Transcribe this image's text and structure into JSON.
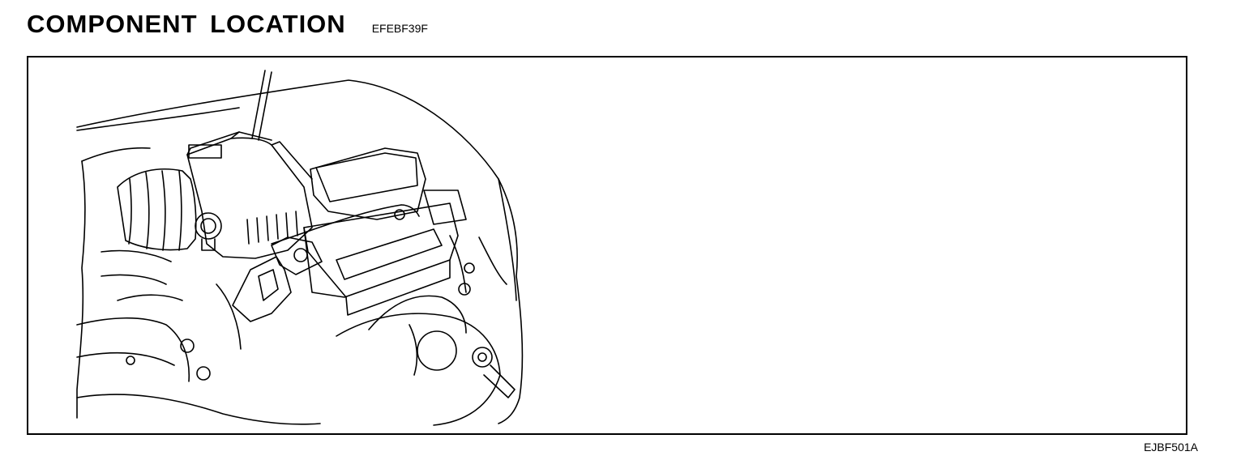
{
  "header": {
    "title": "COMPONENT LOCATION",
    "doc_code": "EFEBF39F"
  },
  "figure": {
    "code": "EJBF501A",
    "illustration_icon": "engine-bay-line-drawing-icon"
  }
}
